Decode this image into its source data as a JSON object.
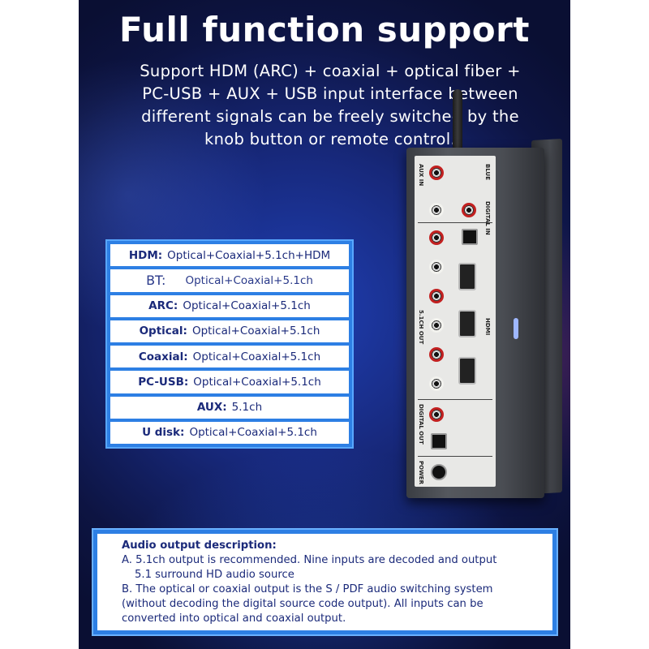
{
  "title": "Full function support",
  "description": [
    "Support HDM (ARC) + coaxial + optical fiber +",
    "PC-USB + AUX + USB input interface between",
    "different signals can be freely switched by the",
    "knob button or remote control."
  ],
  "inputs": [
    {
      "key": "HDM:",
      "value": "Optical+Coaxial+5.1ch+HDM"
    },
    {
      "key": "BT:",
      "value": "Optical+Coaxial+5.1ch"
    },
    {
      "key": "ARC:",
      "value": "Optical+Coaxial+5.1ch"
    },
    {
      "key": "Optical:",
      "value": "Optical+Coaxial+5.1ch"
    },
    {
      "key": "Coaxial:",
      "value": "Optical+Coaxial+5.1ch"
    },
    {
      "key": "PC-USB:",
      "value": "Optical+Coaxial+5.1ch"
    },
    {
      "key": "AUX:",
      "value": "5.1ch"
    },
    {
      "key": "U disk:",
      "value": "Optical+Coaxial+5.1ch"
    }
  ],
  "device_labels": {
    "aux_in": "AUX IN",
    "blue": "BLUE",
    "digital_in": "DIGITAL IN",
    "out_51": "5.1CH OUT",
    "hdmi": "HDMI",
    "digital_out": "DIGITAL OUT",
    "power": "POWER"
  },
  "output": {
    "heading": "Audio output description:",
    "line_a1": "A. 5.1ch output is recommended. Nine inputs are decoded and output",
    "line_a2": "5.1 surround HD audio source",
    "line_b1": "B. The optical or coaxial output is the S / PDF audio switching system",
    "line_b2": "(without decoding the digital source code output). All inputs  can be",
    "line_b3": "converted into optical  and coaxial output."
  }
}
